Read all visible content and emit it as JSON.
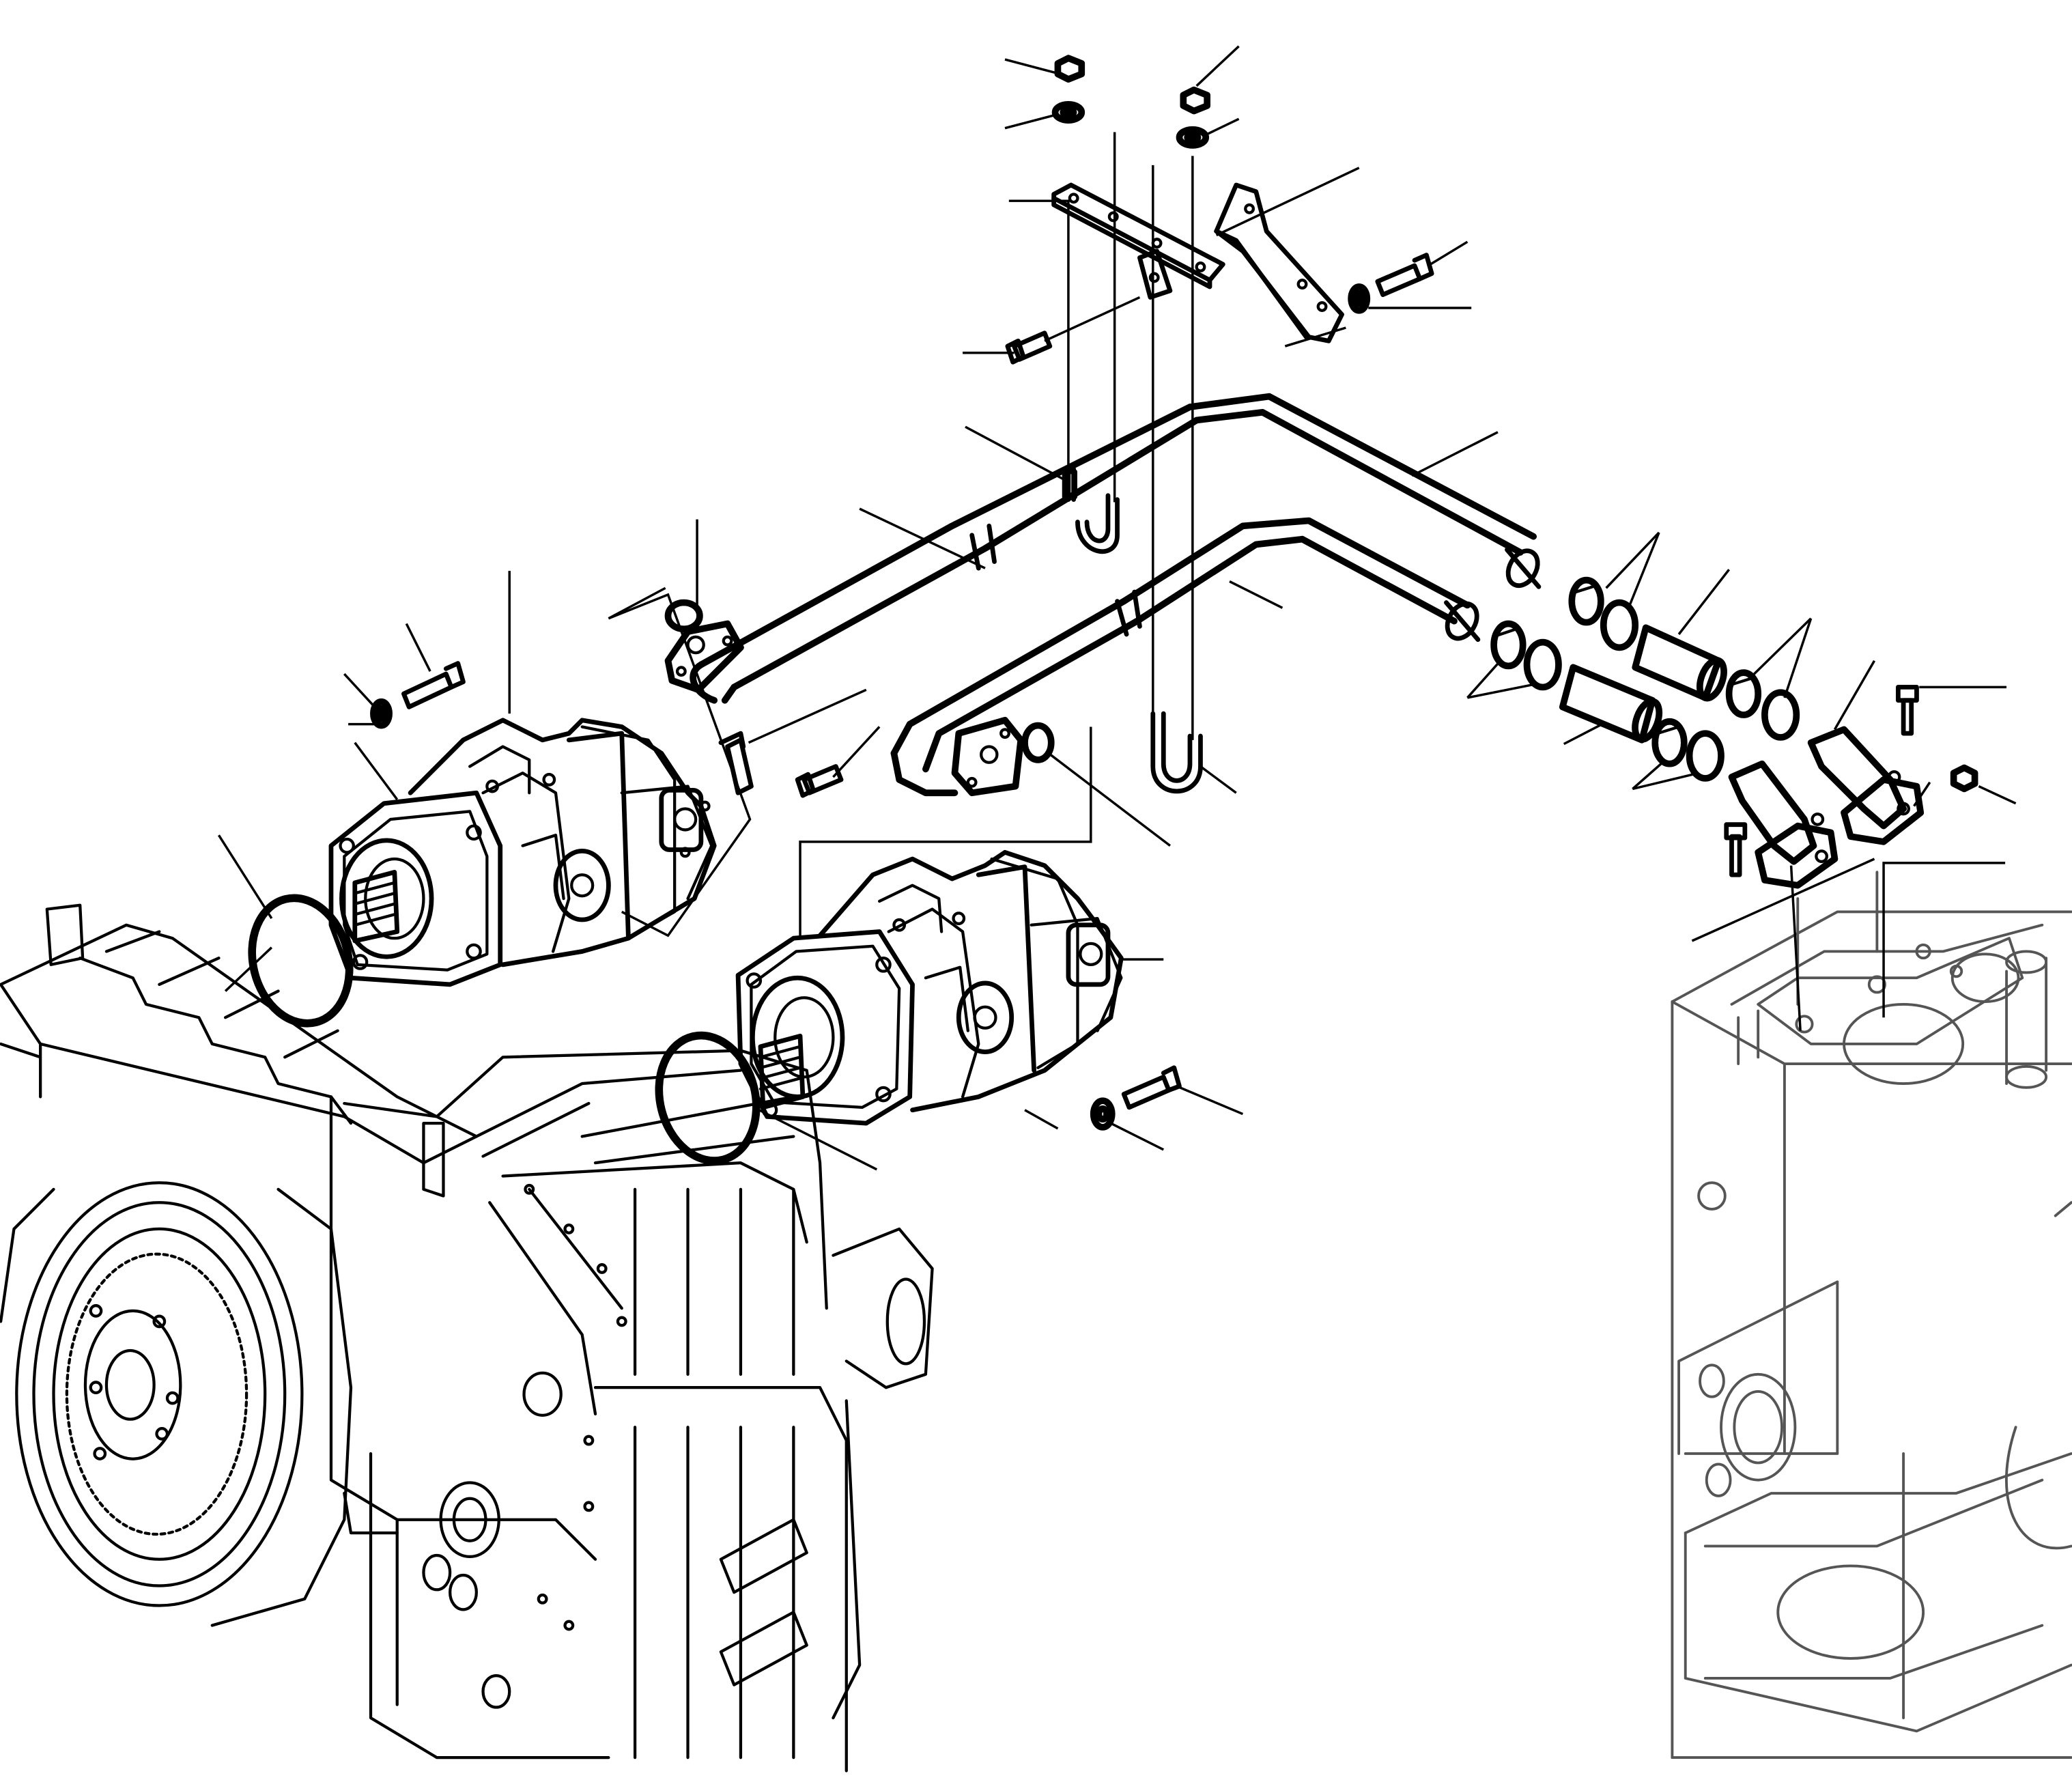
{
  "image": {
    "kind": "exploded-parts-diagram",
    "printed_text": []
  },
  "parts": [
    {
      "name": "hydraulic-pump-upper"
    },
    {
      "name": "hydraulic-pump-lower"
    },
    {
      "name": "pump-o-ring-upper"
    },
    {
      "name": "pump-o-ring-lower"
    },
    {
      "name": "pressure-tube-upper"
    },
    {
      "name": "pressure-tube-lower"
    },
    {
      "name": "support-bracket"
    },
    {
      "name": "angle-bracket"
    },
    {
      "name": "u-bolt-upper"
    },
    {
      "name": "u-bolt-lower"
    },
    {
      "name": "hose-sleeve-upper"
    },
    {
      "name": "hose-sleeve-lower"
    },
    {
      "name": "hose-clamps"
    },
    {
      "name": "elbow-flange-upper"
    },
    {
      "name": "elbow-flange-lower"
    },
    {
      "name": "flange-o-rings"
    },
    {
      "name": "hex-nuts"
    },
    {
      "name": "washers"
    },
    {
      "name": "hex-bolts"
    },
    {
      "name": "transmission-housing"
    },
    {
      "name": "hydraulic-tank"
    }
  ]
}
